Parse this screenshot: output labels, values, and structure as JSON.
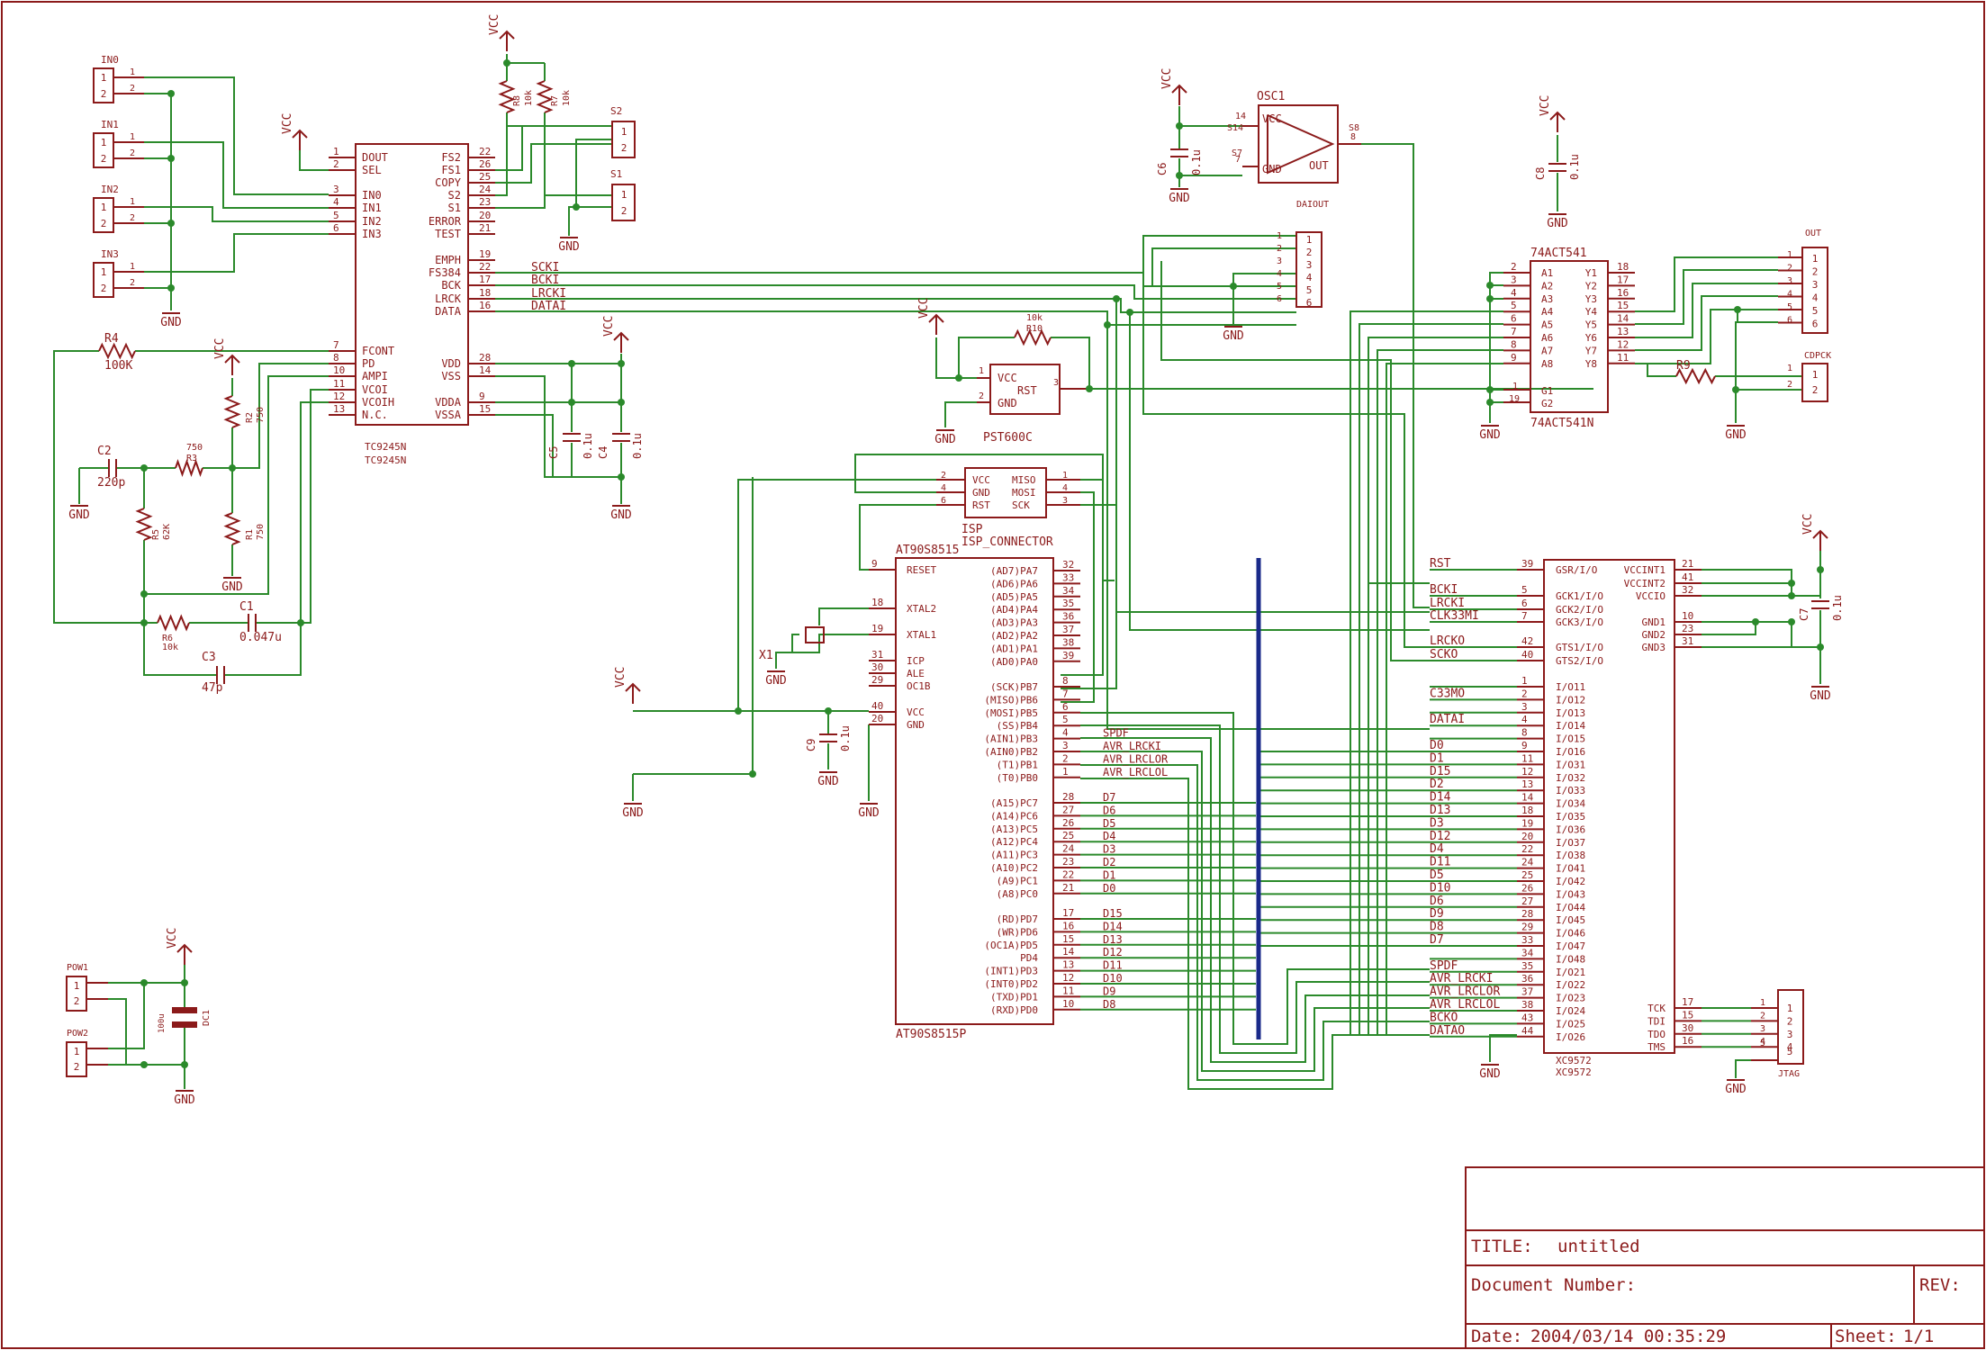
{
  "title_block": {
    "title_label": "TITLE:",
    "title_value": "untitled",
    "doc_label": "Document Number:",
    "rev_label": "REV:",
    "date_label": "Date:",
    "date_value": "2004/03/14 00:35:29",
    "sheet_label": "Sheet:",
    "sheet_value": "1/1"
  },
  "labels": {
    "vcc": "VCC",
    "gnd": "GND",
    "one": "1",
    "two": "2"
  },
  "inputs": [
    {
      "name": "IN0"
    },
    {
      "name": "IN1"
    },
    {
      "name": "IN2"
    },
    {
      "name": "IN3"
    }
  ],
  "switches": [
    {
      "name": "S2"
    },
    {
      "name": "S1"
    }
  ],
  "power_connectors": [
    {
      "name": "POW1"
    },
    {
      "name": "POW2"
    }
  ],
  "tc9245": {
    "part": "TC9245N",
    "part2": "TC9245N",
    "left_pins": [
      {
        "name": "DOUT",
        "pin": "1"
      },
      {
        "name": "SEL",
        "pin": "2"
      },
      {
        "name": "IN0",
        "pin": "3"
      },
      {
        "name": "IN1",
        "pin": "4"
      },
      {
        "name": "IN2",
        "pin": "5"
      },
      {
        "name": "IN3",
        "pin": "6"
      },
      {
        "name": "FCONT",
        "pin": "7"
      },
      {
        "name": "PD",
        "pin": "8"
      },
      {
        "name": "AMPI",
        "pin": "10"
      },
      {
        "name": "VCOI",
        "pin": "11"
      },
      {
        "name": "VCOIH",
        "pin": "12"
      },
      {
        "name": "N.C.",
        "pin": "13"
      }
    ],
    "right_pins": [
      {
        "name": "FS2",
        "pin": "22"
      },
      {
        "name": "FS1",
        "pin": "26"
      },
      {
        "name": "COPY",
        "pin": "25"
      },
      {
        "name": "S2",
        "pin": "24"
      },
      {
        "name": "S1",
        "pin": "23"
      },
      {
        "name": "ERROR",
        "pin": "20"
      },
      {
        "name": "TEST",
        "pin": "21"
      },
      {
        "name": "EMPH",
        "pin": "19"
      },
      {
        "name": "FS384",
        "pin": "22"
      },
      {
        "name": "BCK",
        "pin": "17"
      },
      {
        "name": "LRCK",
        "pin": "18"
      },
      {
        "name": "DATA",
        "pin": "16"
      },
      {
        "name": "VDD",
        "pin": "28"
      },
      {
        "name": "VSS",
        "pin": "14"
      },
      {
        "name": "VDDA",
        "pin": "9"
      },
      {
        "name": "VSSA",
        "pin": "15"
      }
    ],
    "nets": [
      "SCKI",
      "BCKI",
      "LRCKI",
      "DATAI"
    ]
  },
  "passives": {
    "r4": "R4",
    "r4v": "100K",
    "r2": "R2",
    "r2v": "750",
    "r3": "R3",
    "r3v": "750",
    "r1": "R1",
    "r1v": "750",
    "r5": "R5",
    "r5v": "62K",
    "r6": "R6",
    "r6v": "10k",
    "r8": "R8",
    "r8v": "10k",
    "r7": "R7",
    "r7v": "10k",
    "r10": "R10",
    "r10v": "10k",
    "r9": "R9",
    "c2": "C2",
    "c2v": "220p",
    "c1": "C1",
    "c1v": "0.047u",
    "c3": "C3",
    "c3v": "47p",
    "c5": "C5",
    "c5v": "0.1u",
    "c4": "C4",
    "c4v": "0.1u",
    "c6": "C6",
    "c6v": "0.1u",
    "c8": "C8",
    "c8v": "0.1u",
    "c9": "C9",
    "c9v": "0.1u",
    "c7": "C7",
    "c7v": "0.1u",
    "dc1": "DC1",
    "dc1v": "100u"
  },
  "osc": {
    "name": "OSC1",
    "vcc": "VCC",
    "gnd": "GND",
    "out": "OUT",
    "p14": "14",
    "p7": "7",
    "p8": "8",
    "s14": "S14",
    "s7": "S7",
    "s8": "S8"
  },
  "daiout": {
    "name": "DAIOUT"
  },
  "pst": {
    "name": "PST600C",
    "vcc": "VCC",
    "rst": "RST",
    "gnd": "GND",
    "p1": "1",
    "p2": "2",
    "p3": "3"
  },
  "isp": {
    "name": "ISP",
    "part": "ISP_CONNECTOR",
    "left": [
      "VCC",
      "GND",
      "RST"
    ],
    "right": [
      "MISO",
      "MOSI",
      "SCK"
    ],
    "lpins": [
      "2",
      "4",
      "6"
    ],
    "rpins": [
      "1",
      "4",
      "3"
    ]
  },
  "buffer": {
    "name": "74ACT541",
    "part": "74ACT541N",
    "a": [
      {
        "n": "A1",
        "p": "2"
      },
      {
        "n": "A2",
        "p": "3"
      },
      {
        "n": "A3",
        "p": "4"
      },
      {
        "n": "A4",
        "p": "5"
      },
      {
        "n": "A5",
        "p": "6"
      },
      {
        "n": "A6",
        "p": "7"
      },
      {
        "n": "A7",
        "p": "8"
      },
      {
        "n": "A8",
        "p": "9"
      }
    ],
    "y": [
      {
        "n": "Y1",
        "p": "18"
      },
      {
        "n": "Y2",
        "p": "17"
      },
      {
        "n": "Y3",
        "p": "16"
      },
      {
        "n": "Y4",
        "p": "15"
      },
      {
        "n": "Y5",
        "p": "14"
      },
      {
        "n": "Y6",
        "p": "13"
      },
      {
        "n": "Y7",
        "p": "12"
      },
      {
        "n": "Y8",
        "p": "11"
      }
    ],
    "g1": "G1",
    "g2": "G2",
    "g1p": "1",
    "g2p": "19"
  },
  "out_conn": {
    "name": "OUT"
  },
  "cdpck": {
    "name": "CDPCK"
  },
  "avr": {
    "name": "AT90S8515",
    "part": "AT90S8515P",
    "left": [
      {
        "n": "RESET",
        "p": "9"
      },
      {
        "n": "XTAL2",
        "p": "18"
      },
      {
        "n": "XTAL1",
        "p": "19"
      },
      {
        "n": "ICP",
        "p": "31"
      },
      {
        "n": "ALE",
        "p": "30"
      },
      {
        "n": "OC1B",
        "p": "29"
      },
      {
        "n": "VCC",
        "p": "40"
      },
      {
        "n": "GND",
        "p": "20"
      }
    ],
    "pa": [
      {
        "n": "(AD7)PA7",
        "p": "32"
      },
      {
        "n": "(AD6)PA6",
        "p": "33"
      },
      {
        "n": "(AD5)PA5",
        "p": "34"
      },
      {
        "n": "(AD4)PA4",
        "p": "35"
      },
      {
        "n": "(AD3)PA3",
        "p": "36"
      },
      {
        "n": "(AD2)PA2",
        "p": "37"
      },
      {
        "n": "(AD1)PA1",
        "p": "38"
      },
      {
        "n": "(AD0)PA0",
        "p": "39"
      }
    ],
    "pb": [
      {
        "n": "(SCK)PB7",
        "p": "8",
        "net": ""
      },
      {
        "n": "(MISO)PB6",
        "p": "7",
        "net": ""
      },
      {
        "n": "(MOSI)PB5",
        "p": "6",
        "net": ""
      },
      {
        "n": "(SS)PB4",
        "p": "5",
        "net": ""
      },
      {
        "n": "(AIN1)PB3",
        "p": "4",
        "net": "SPDF"
      },
      {
        "n": "(AIN0)PB2",
        "p": "3",
        "net": "AVR_LRCKI"
      },
      {
        "n": "(T1)PB1",
        "p": "2",
        "net": "AVR_LRCLOR"
      },
      {
        "n": "(T0)PB0",
        "p": "1",
        "net": "AVR_LRCLOL"
      }
    ],
    "pc": [
      {
        "n": "(A15)PC7",
        "p": "28",
        "net": "D7"
      },
      {
        "n": "(A14)PC6",
        "p": "27",
        "net": "D6"
      },
      {
        "n": "(A13)PC5",
        "p": "26",
        "net": "D5"
      },
      {
        "n": "(A12)PC4",
        "p": "25",
        "net": "D4"
      },
      {
        "n": "(A11)PC3",
        "p": "24",
        "net": "D3"
      },
      {
        "n": "(A10)PC2",
        "p": "23",
        "net": "D2"
      },
      {
        "n": "(A9)PC1",
        "p": "22",
        "net": "D1"
      },
      {
        "n": "(A8)PC0",
        "p": "21",
        "net": "D0"
      }
    ],
    "pd": [
      {
        "n": "(RD)PD7",
        "p": "17",
        "net": "D15"
      },
      {
        "n": "(WR)PD6",
        "p": "16",
        "net": "D14"
      },
      {
        "n": "(OC1A)PD5",
        "p": "15",
        "net": "D13"
      },
      {
        "n": "PD4",
        "p": "14",
        "net": "D12"
      },
      {
        "n": "(INT1)PD3",
        "p": "13",
        "net": "D11"
      },
      {
        "n": "(INT0)PD2",
        "p": "12",
        "net": "D10"
      },
      {
        "n": "(TXD)PD1",
        "p": "11",
        "net": "D9"
      },
      {
        "n": "(RXD)PD0",
        "p": "10",
        "net": "D8"
      }
    ]
  },
  "xtal": {
    "name": "X1"
  },
  "cpld": {
    "name": "XC9572",
    "part2": "XC9572",
    "special": [
      {
        "n": "GSR/I/O",
        "p": "39",
        "net": "RST"
      },
      {
        "n": "GCK1/I/O",
        "p": "5",
        "net": "BCKI"
      },
      {
        "n": "GCK2/I/O",
        "p": "6",
        "net": "LRCKI"
      },
      {
        "n": "GCK3/I/O",
        "p": "7",
        "net": "CLK33MI"
      },
      {
        "n": "GTS1/I/O",
        "p": "42",
        "net": "LRCKO"
      },
      {
        "n": "GTS2/I/O",
        "p": "40",
        "net": "SCKO"
      }
    ],
    "io": [
      {
        "n": "I/O11",
        "p": "1",
        "net": ""
      },
      {
        "n": "I/O12",
        "p": "2",
        "net": "C33MO"
      },
      {
        "n": "I/O13",
        "p": "3",
        "net": ""
      },
      {
        "n": "I/O14",
        "p": "4",
        "net": "DATAI"
      },
      {
        "n": "I/O15",
        "p": "8",
        "net": ""
      },
      {
        "n": "I/O16",
        "p": "9",
        "net": "D0"
      },
      {
        "n": "I/O31",
        "p": "11",
        "net": "D1"
      },
      {
        "n": "I/O32",
        "p": "12",
        "net": "D15"
      },
      {
        "n": "I/O33",
        "p": "13",
        "net": "D2"
      },
      {
        "n": "I/O34",
        "p": "14",
        "net": "D14"
      },
      {
        "n": "I/O35",
        "p": "18",
        "net": "D13"
      },
      {
        "n": "I/O36",
        "p": "19",
        "net": "D3"
      },
      {
        "n": "I/O37",
        "p": "20",
        "net": "D12"
      },
      {
        "n": "I/O38",
        "p": "22",
        "net": "D4"
      },
      {
        "n": "I/O41",
        "p": "24",
        "net": "D11"
      },
      {
        "n": "I/O42",
        "p": "25",
        "net": "D5"
      },
      {
        "n": "I/O43",
        "p": "26",
        "net": "D10"
      },
      {
        "n": "I/O44",
        "p": "27",
        "net": "D6"
      },
      {
        "n": "I/O45",
        "p": "28",
        "net": "D9"
      },
      {
        "n": "I/O46",
        "p": "29",
        "net": "D8"
      },
      {
        "n": "I/O47",
        "p": "33",
        "net": "D7"
      },
      {
        "n": "I/O48",
        "p": "34",
        "net": ""
      },
      {
        "n": "I/O21",
        "p": "35",
        "net": "SPDF"
      },
      {
        "n": "I/O22",
        "p": "36",
        "net": "AVR_LRCKI"
      },
      {
        "n": "I/O23",
        "p": "37",
        "net": "AVR_LRCLOR"
      },
      {
        "n": "I/O24",
        "p": "38",
        "net": "AVR_LRCLOL"
      },
      {
        "n": "I/O25",
        "p": "43",
        "net": "BCKO"
      },
      {
        "n": "I/O26",
        "p": "44",
        "net": "DATAO"
      }
    ],
    "power": [
      {
        "n": "VCCINT1",
        "p": "21"
      },
      {
        "n": "VCCINT2",
        "p": "41"
      },
      {
        "n": "VCCIO",
        "p": "32"
      },
      {
        "n": "GND1",
        "p": "10"
      },
      {
        "n": "GND2",
        "p": "23"
      },
      {
        "n": "GND3",
        "p": "31"
      }
    ],
    "jtag": [
      {
        "n": "TCK",
        "p": "17"
      },
      {
        "n": "TDI",
        "p": "15"
      },
      {
        "n": "TDO",
        "p": "30"
      },
      {
        "n": "TMS",
        "p": "16"
      }
    ]
  },
  "jtag": {
    "name": "JTAG"
  }
}
